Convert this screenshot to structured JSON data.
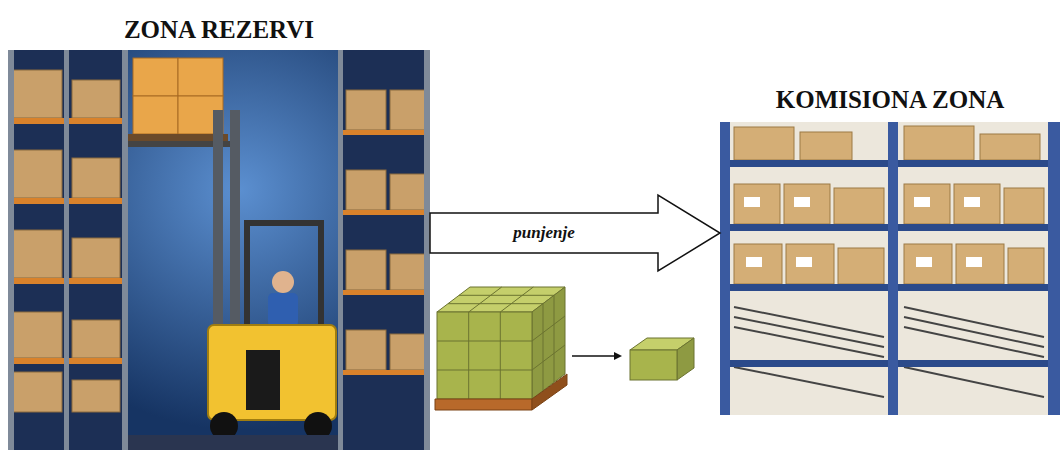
{
  "diagram": {
    "nodes": [
      {
        "text": [
          "ZONA REZERVI"
        ]
      },
      {
        "text": [
          "KOMISIONA ZONA"
        ]
      }
    ],
    "edges": [
      {
        "from": 0,
        "to": 1,
        "arrow": "to",
        "label": "punjenje"
      }
    ]
  }
}
